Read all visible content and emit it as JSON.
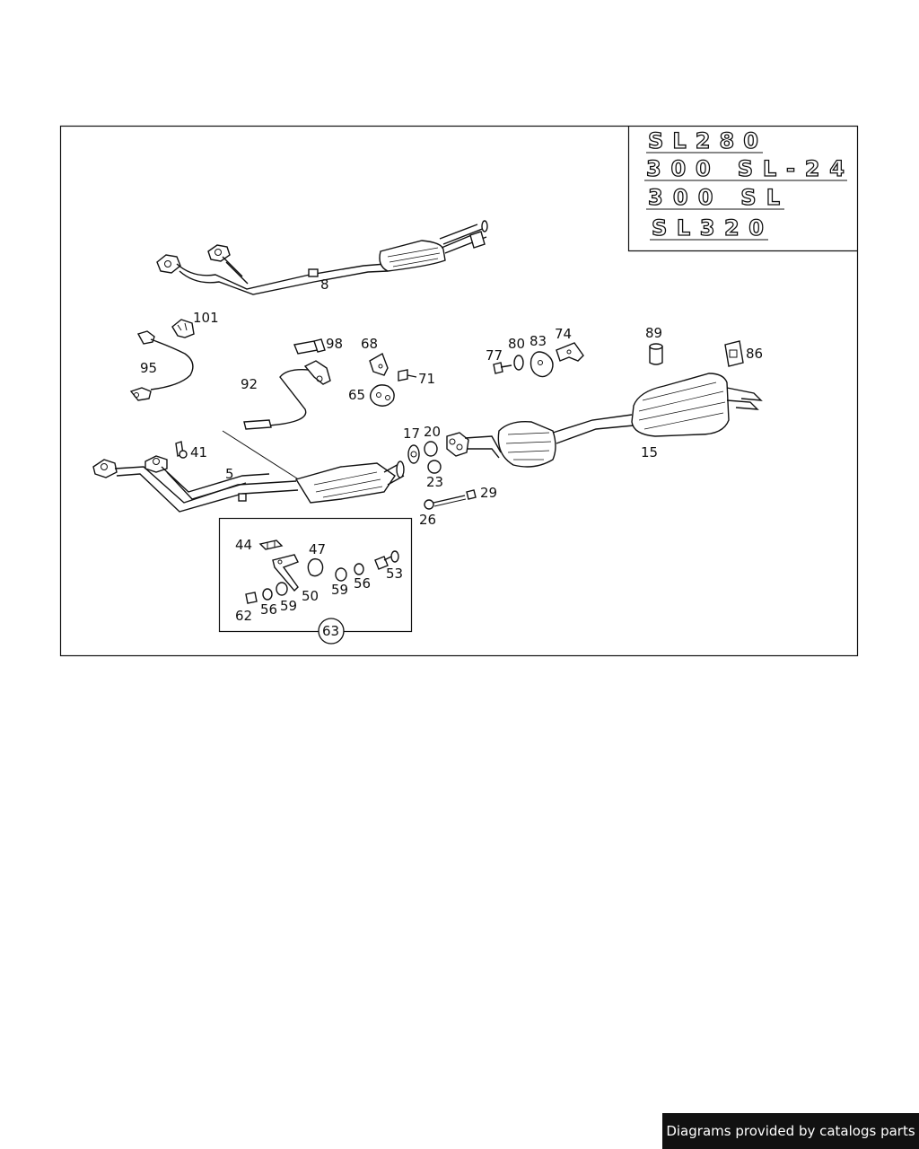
{
  "emblems": [
    "SL280",
    "300 SL-24",
    "300 SL",
    "SL320"
  ],
  "part_labels": [
    "8",
    "101",
    "95",
    "98",
    "68",
    "71",
    "65",
    "92",
    "77",
    "80",
    "83",
    "74",
    "89",
    "86",
    "17",
    "20",
    "23",
    "41",
    "5",
    "15",
    "26",
    "29",
    "44",
    "47",
    "53",
    "50",
    "59",
    "56",
    "62",
    "63"
  ],
  "footer": {
    "text": "Diagrams provided by catalogs parts"
  }
}
